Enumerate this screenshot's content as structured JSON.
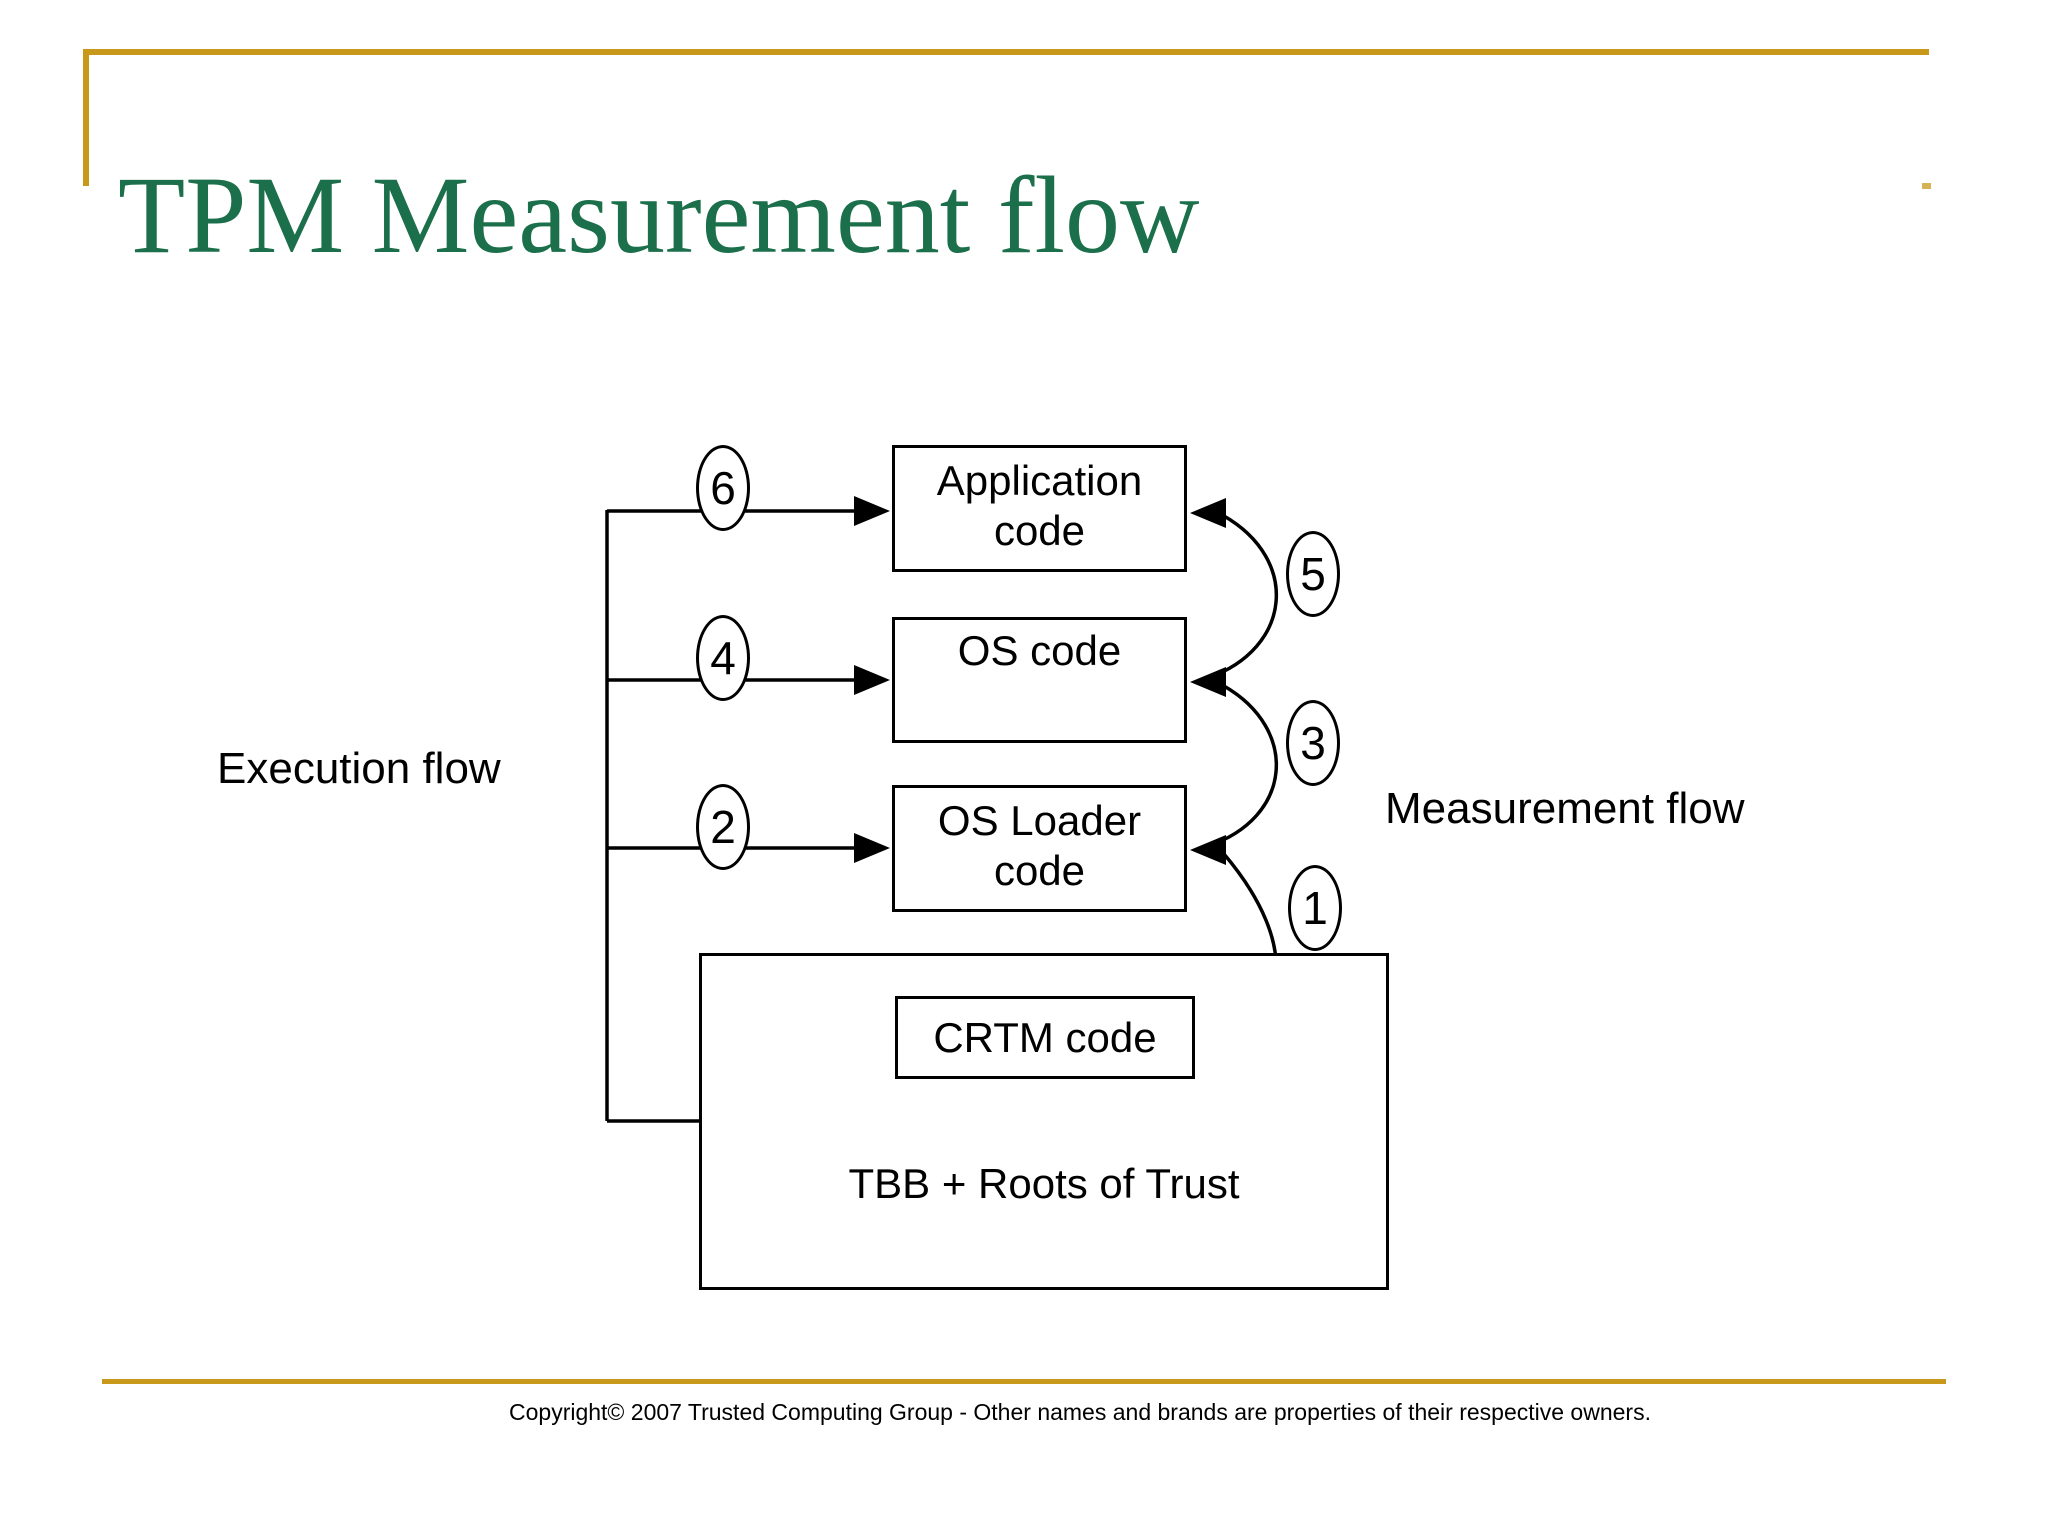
{
  "slide": {
    "title": "TPM Measurement flow",
    "footer": "Copyright© 2007 Trusted Computing Group - Other names and brands are properties of their respective owners.",
    "accent_gold": "#C8981B",
    "title_green": "#1B6F4A"
  },
  "diagram": {
    "left_label": "Execution flow",
    "right_label": "Measurement flow",
    "boxes": {
      "application": "Application code",
      "os": "OS code",
      "os_loader": "OS Loader code",
      "crtm": "CRTM code",
      "tbb": "TBB + Roots of Trust"
    },
    "execution_steps": [
      "6",
      "4",
      "2"
    ],
    "measurement_steps": [
      "5",
      "3",
      "1"
    ]
  }
}
